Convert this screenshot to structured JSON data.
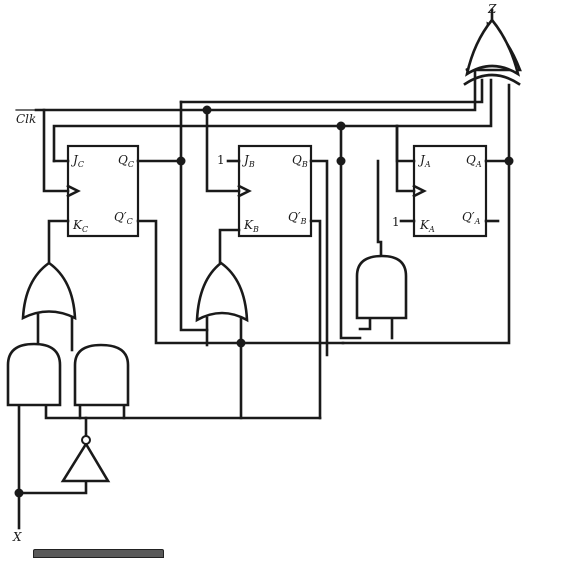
{
  "labels": {
    "clk": "Clk",
    "z": "Z",
    "x": "X",
    "one_jb": "1",
    "one_ka": "1"
  },
  "flipflops": [
    {
      "id": "C",
      "j": "J",
      "j_sub": "C",
      "k": "K",
      "k_sub": "C",
      "q": "Q",
      "q_sub": "C",
      "qn": "Q′",
      "qn_sub": "C"
    },
    {
      "id": "B",
      "j": "J",
      "j_sub": "B",
      "k": "K",
      "k_sub": "B",
      "q": "Q",
      "q_sub": "B",
      "qn": "Q′",
      "qn_sub": "B"
    },
    {
      "id": "A",
      "j": "J",
      "j_sub": "A",
      "k": "K",
      "k_sub": "A",
      "q": "Q",
      "q_sub": "A",
      "qn": "Q′",
      "qn_sub": "A"
    }
  ],
  "gates": {
    "xor_output": "xor",
    "or_kc": "or",
    "or_kb": "or",
    "and_ja": "and",
    "and_left": "and",
    "and_right": "and",
    "not_x": "not"
  }
}
